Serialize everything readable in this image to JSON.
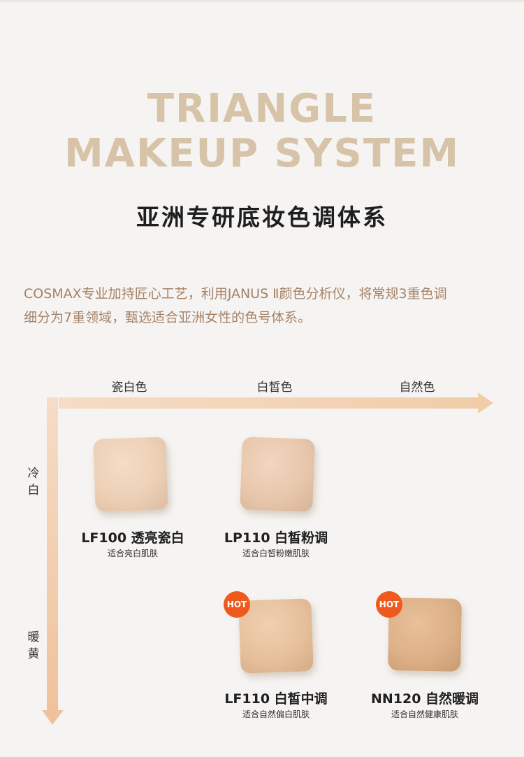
{
  "headline": {
    "line1": "TRIANGLE",
    "line2": "MAKEUP SYSTEM"
  },
  "subtitle": "亚洲专研底妆色调体系",
  "description": {
    "line1": "COSMAX专业加持匠心工艺，利用JANUS Ⅱ颜色分析仪，将常规3重色调",
    "line2": "细分为7重领域，甄选适合亚洲女性的色号体系。"
  },
  "axis": {
    "x_labels": [
      "瓷白色",
      "白皙色",
      "自然色"
    ],
    "y_top": [
      "冷",
      "白"
    ],
    "y_bottom": [
      "暖",
      "黄"
    ]
  },
  "products": [
    {
      "name": "LF100 透亮瓷白",
      "desc": "适合亮白肌肤",
      "hot": "",
      "color": "#ecd0b6"
    },
    {
      "name": "LP110 白皙粉调",
      "desc": "适合白皙粉嫩肌肤",
      "hot": "",
      "color": "#e8c7ac"
    },
    {
      "name": "LF110 白皙中调",
      "desc": "适合自然偏白肌肤",
      "hot": "HOT",
      "color": "#e6c09c"
    },
    {
      "name": "NN120 自然暖调",
      "desc": "适合自然健康肌肤",
      "hot": "HOT",
      "color": "#ddb088"
    }
  ],
  "colors": {
    "headline": "#d7c3a8",
    "description": "#a58267",
    "hot_badge": "#ee5a1e",
    "arrow": "#f0cfb0"
  }
}
